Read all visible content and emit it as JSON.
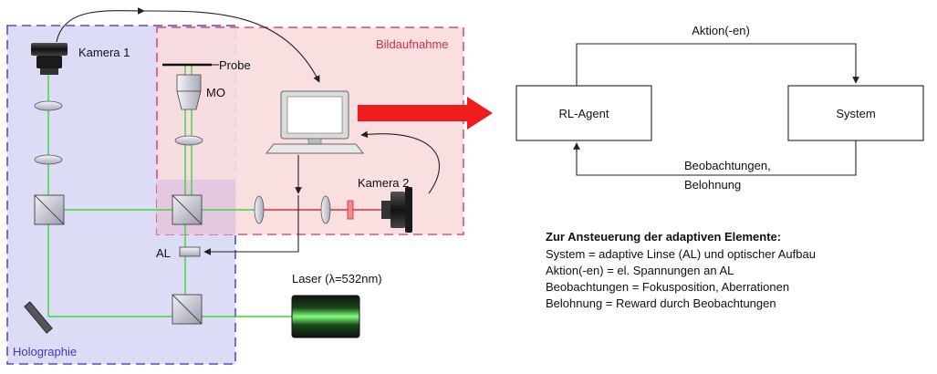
{
  "setup": {
    "region_holographie": "Holographie",
    "region_bildaufnahme": "Bildaufnahme",
    "kamera1": "Kamera 1",
    "kamera2": "Kamera 2",
    "probe": "Probe",
    "mo": "MO",
    "al": "AL",
    "laser": "Laser (λ=532nm)"
  },
  "rl_loop": {
    "agent": "RL-Agent",
    "system": "System",
    "action_label": "Aktion(-en)",
    "observation_label_line1": "Beobachtungen,",
    "observation_label_line2": "Belohnung"
  },
  "legend": {
    "heading": "Zur Ansteuerung der adaptiven Elemente:",
    "lines": [
      "System = adaptive Linse (AL) und optischer Aufbau",
      "Aktion(-en) = el. Spannungen an AL",
      "Beobachtungen = Fokusposition, Aberrationen",
      "Belohnung = Reward durch Beobachtungen"
    ]
  },
  "colors": {
    "holographie_fill": "#dcdcf7",
    "holographie_border": "#4f4fd6",
    "bildaufnahme_fill": "#f9dede",
    "bildaufnahme_border": "#e0506a",
    "beam_green": "#3ed43e",
    "beam_red": "#e03030",
    "big_arrow": "#ee1c1c"
  }
}
